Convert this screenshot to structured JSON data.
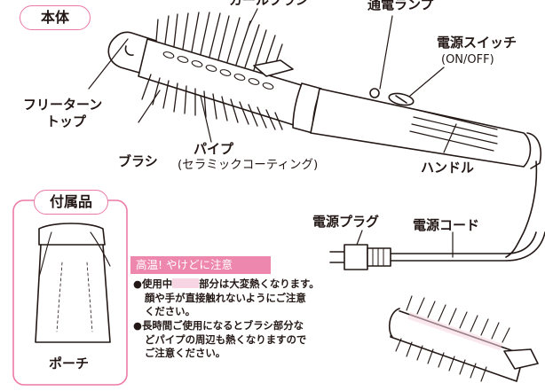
{
  "section_title": "本体",
  "labels": {
    "curl_brush": "カールブラシ",
    "indicator_lamp": "通電ランプ",
    "power_switch": "電源スイッチ",
    "power_switch_sub": "(ON/OFF)",
    "free_turn_top_1": "フリーターン",
    "free_turn_top_2": "トップ",
    "brush": "ブラシ",
    "pipe": "パイプ",
    "pipe_sub": "(セラミックコーティング)",
    "handle": "ハンドル",
    "power_plug": "電源プラグ",
    "power_cord": "電源コード"
  },
  "accessories": {
    "title": "付属品",
    "pouch": "ポーチ"
  },
  "caution": {
    "title": "高温! やけどに注意",
    "note1": {
      "bullet": "●",
      "line1_a": "使用中",
      "line1_b": "部分は大変熱くなります。",
      "line2": "顔や手が直接触れないようにご注意",
      "line3": "ください。"
    },
    "note2": {
      "bullet": "●",
      "line1": "長時間ご使用になるとブラシ部分な",
      "line2": "どパイプの周辺も熱くなりますので",
      "line3": "ご注意ください。"
    }
  },
  "colors": {
    "accent": "#ec79a6",
    "caution_bg": "#ee87ad",
    "highlight": "#f7d5e2",
    "ink": "#231815"
  }
}
